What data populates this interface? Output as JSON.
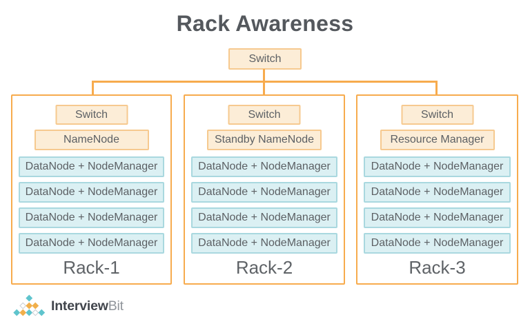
{
  "title": "Rack Awareness",
  "top_switch": {
    "label": "Switch"
  },
  "racks": [
    {
      "name": "Rack-1",
      "switch_label": "Switch",
      "master_label": "NameNode",
      "nodes": [
        "DataNode + NodeManager",
        "DataNode + NodeManager",
        "DataNode + NodeManager",
        "DataNode + NodeManager"
      ]
    },
    {
      "name": "Rack-2",
      "switch_label": "Switch",
      "master_label": "Standby NameNode",
      "nodes": [
        "DataNode + NodeManager",
        "DataNode + NodeManager",
        "DataNode + NodeManager",
        "DataNode + NodeManager"
      ]
    },
    {
      "name": "Rack-3",
      "switch_label": "Switch",
      "master_label": "Resource Manager",
      "nodes": [
        "DataNode + NodeManager",
        "DataNode + NodeManager",
        "DataNode + NodeManager",
        "DataNode + NodeManager"
      ]
    }
  ],
  "logo": {
    "text_bold": "Interview",
    "text_light": "Bit"
  },
  "icons": {
    "logo_mark": "diamond-pyramid"
  },
  "colors": {
    "connector_orange": "#f7ab4d",
    "rack_border": "#f7ab4d",
    "orange_box_fill": "#fcedd7",
    "orange_box_border": "#f6c98f",
    "teal_box_fill": "#dbf0f3",
    "teal_box_border": "#a9d8df",
    "box_text": "#5c6064",
    "title_text": "#54585d",
    "rack_label_text": "#5f6367",
    "logo_teal": "#5fc4cd",
    "logo_orange": "#f1af4b",
    "logo_text_dark": "#41454c",
    "logo_text_gray": "#8f949a"
  }
}
